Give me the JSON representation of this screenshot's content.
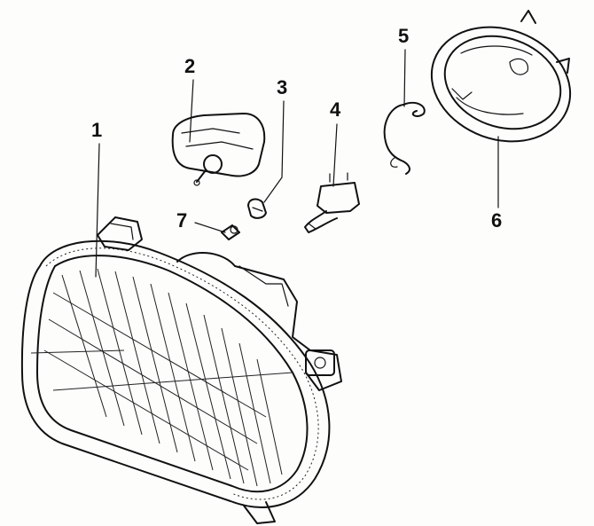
{
  "callouts": [
    {
      "number": "1",
      "part": "headlight-housing"
    },
    {
      "number": "2",
      "part": "fog-bulb-socket"
    },
    {
      "number": "3",
      "part": "bulb-holder"
    },
    {
      "number": "4",
      "part": "h4-halogen-bulb"
    },
    {
      "number": "5",
      "part": "retaining-spring-clip"
    },
    {
      "number": "6",
      "part": "rear-cover-cap"
    },
    {
      "number": "7",
      "part": "parking-light-bulb"
    }
  ],
  "colors": {
    "ink": "#111111",
    "background": "#fdfdfc"
  }
}
